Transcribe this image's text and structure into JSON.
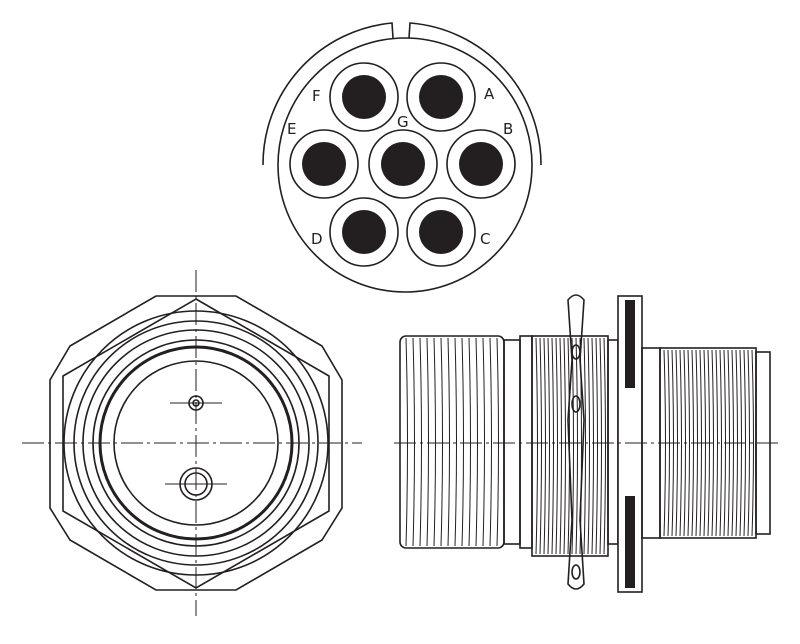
{
  "diagram": {
    "pins": [
      {
        "label": "A"
      },
      {
        "label": "B"
      },
      {
        "label": "C"
      },
      {
        "label": "D"
      },
      {
        "label": "E"
      },
      {
        "label": "F"
      },
      {
        "label": "G"
      }
    ]
  }
}
